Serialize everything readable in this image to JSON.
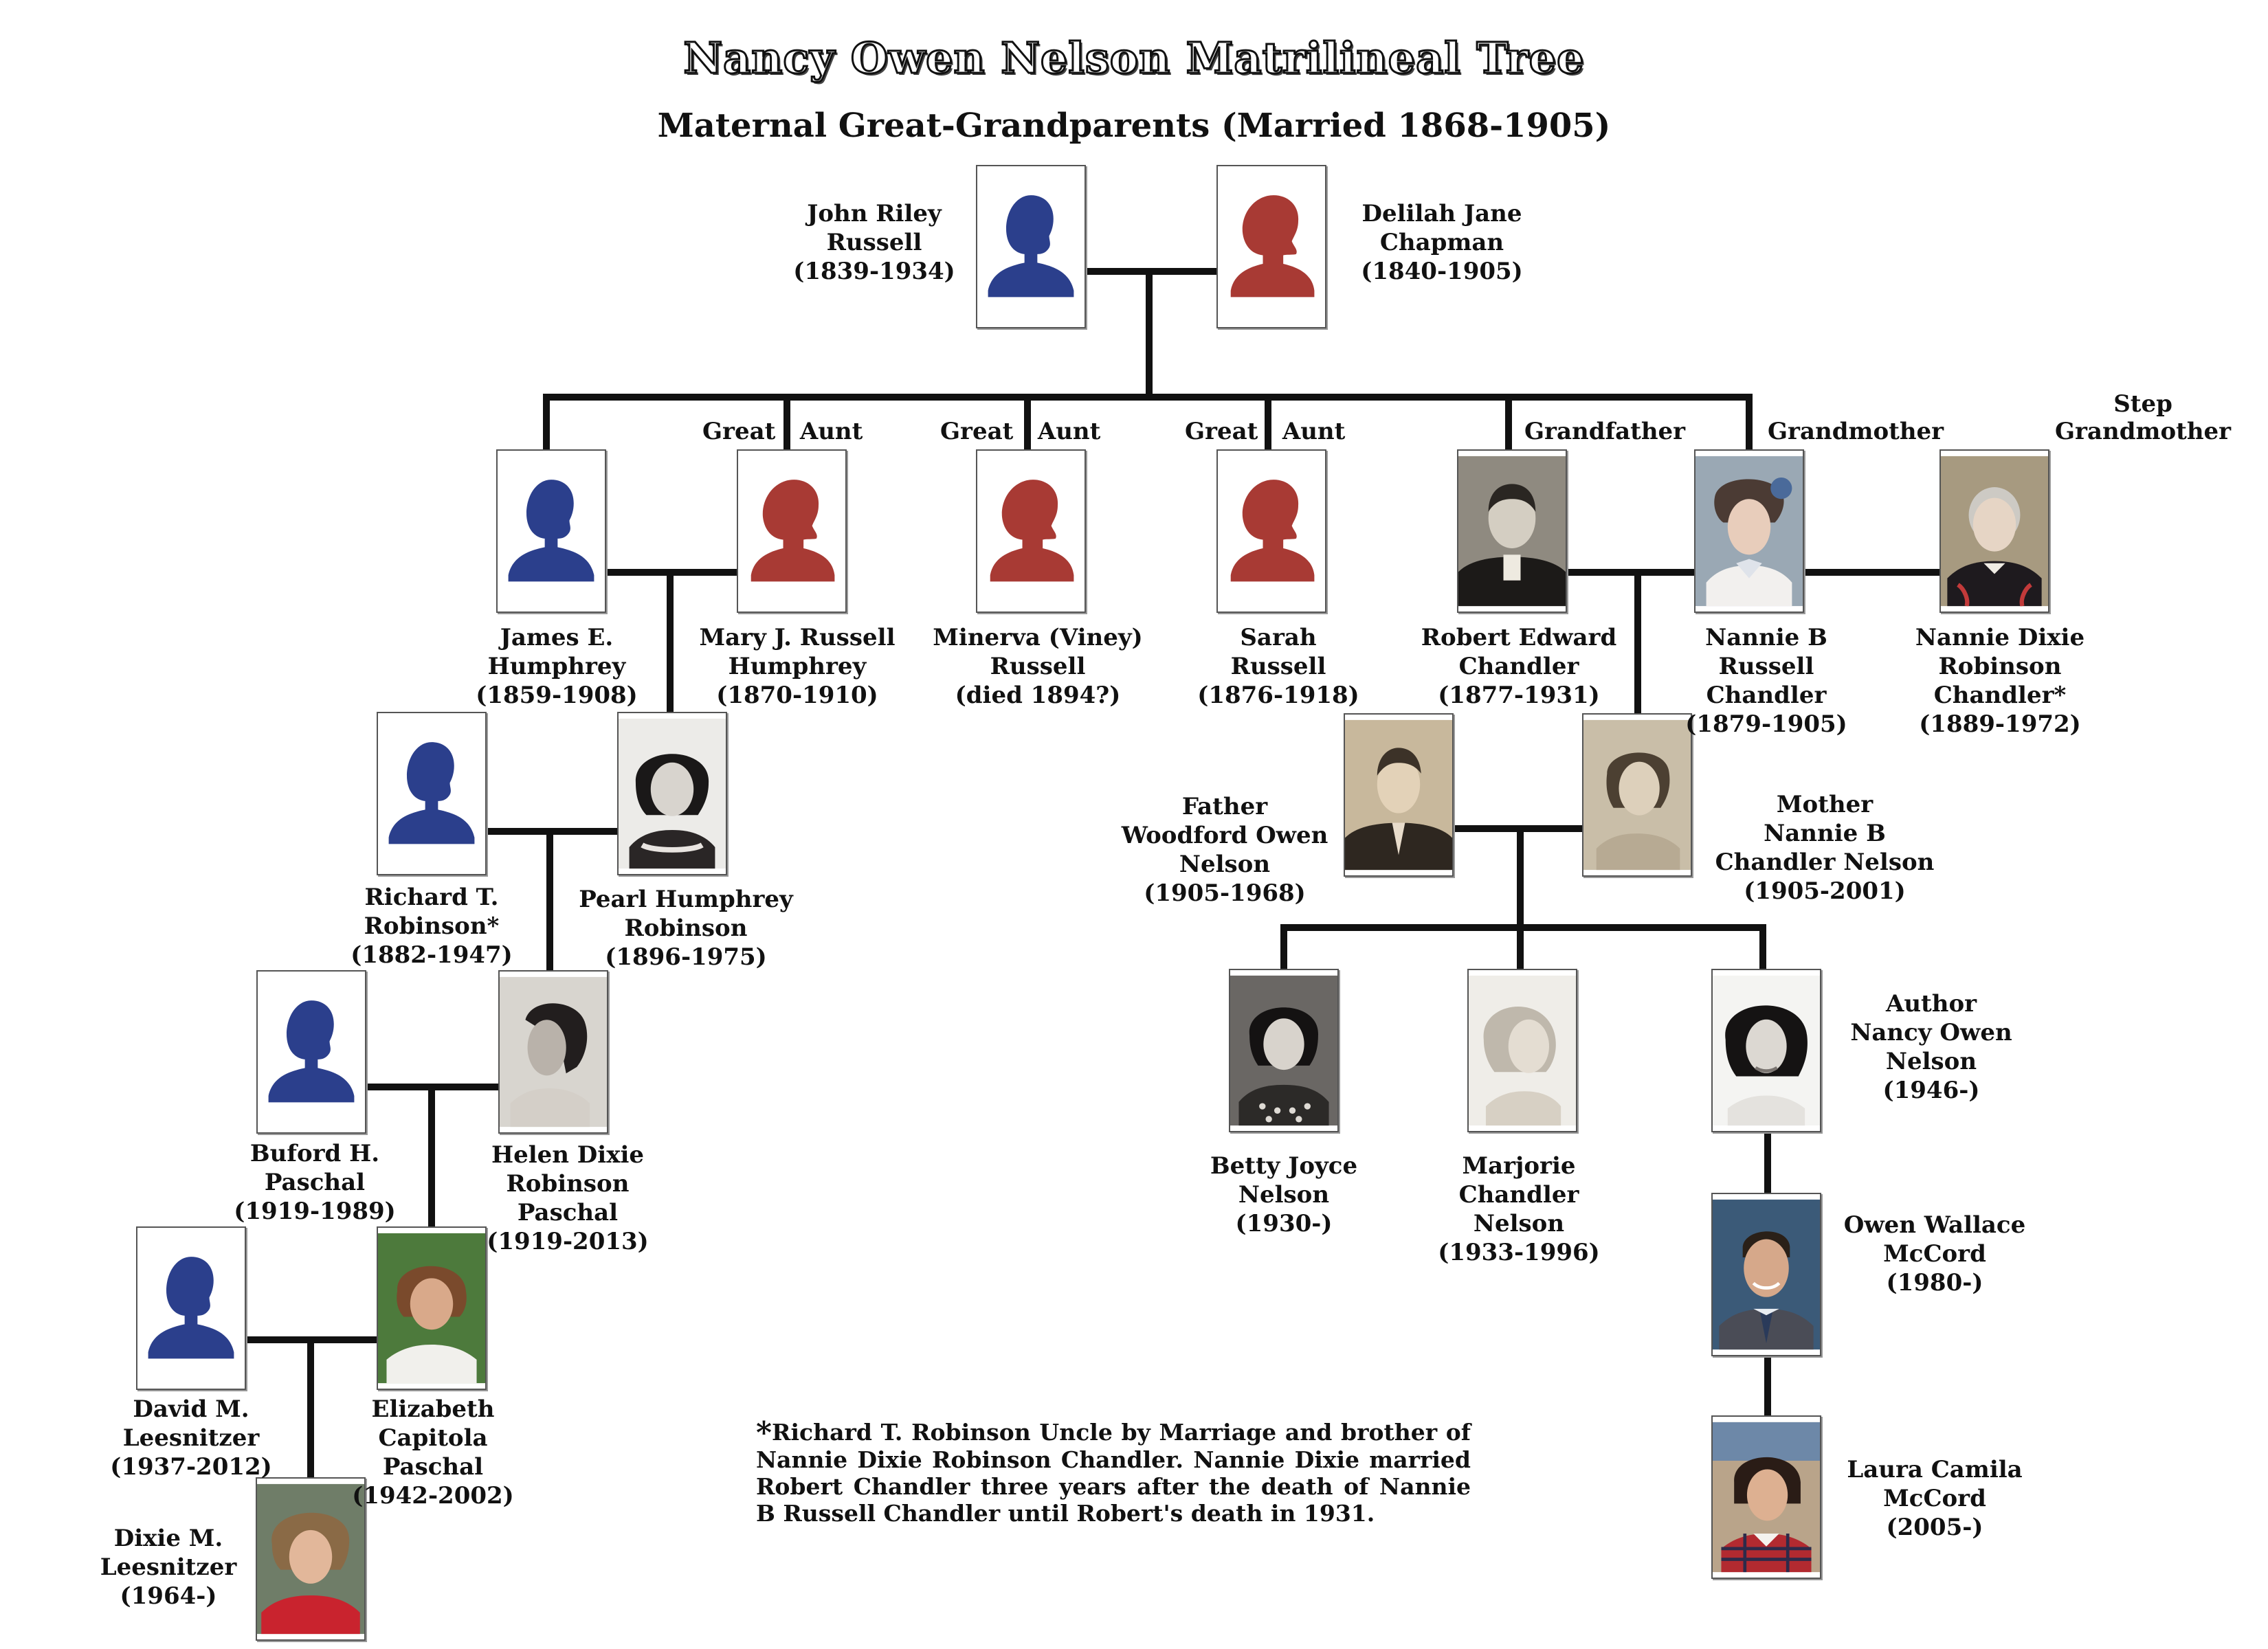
{
  "title": "Nancy Owen Nelson Matrilineal Tree",
  "subtitle": "Maternal Great-Grandparents (Married 1868-1905)",
  "colors": {
    "male_silhouette": "#2b3f8c",
    "female_silhouette": "#a83a34",
    "line": "#111111"
  },
  "people": {
    "john_riley_russell": {
      "label": "John Riley\nRussell\n(1839-1934)",
      "icon": "male-silhouette-icon"
    },
    "delilah_jane_chapman": {
      "label": "Delilah Jane\nChapman\n(1840-1905)",
      "icon": "female-silhouette-icon"
    },
    "james_e_humphrey": {
      "label": "James E.\nHumphrey\n(1859-1908)",
      "icon": "male-silhouette-icon"
    },
    "mary_j_russell_humphrey": {
      "label": "Mary J. Russell\nHumphrey\n(1870-1910)",
      "icon": "female-silhouette-icon"
    },
    "minerva_viney_russell": {
      "label": "Minerva (Viney)\nRussell\n(died 1894?)",
      "icon": "female-silhouette-icon"
    },
    "sarah_russell": {
      "label": "Sarah\nRussell\n(1876-1918)",
      "icon": "female-silhouette-icon"
    },
    "robert_edward_chandler": {
      "label": "Robert Edward\nChandler\n(1877-1931)",
      "icon": "portrait-photo"
    },
    "nannie_b_russell_chandler": {
      "label": "Nannie B\nRussell\nChandler\n(1879-1905)",
      "icon": "portrait-photo"
    },
    "nannie_dixie_robinson_chandler": {
      "label": "Nannie Dixie\nRobinson\nChandler*\n(1889-1972)",
      "icon": "portrait-photo"
    },
    "richard_t_robinson": {
      "label": "Richard T.\nRobinson*\n(1882-1947)",
      "icon": "male-silhouette-icon"
    },
    "pearl_humphrey_robinson": {
      "label": "Pearl Humphrey\nRobinson\n(1896-1975)",
      "icon": "portrait-photo"
    },
    "woodford_owen_nelson": {
      "label": "Father\nWoodford Owen\nNelson\n(1905-1968)",
      "icon": "portrait-photo"
    },
    "nannie_b_chandler_nelson": {
      "label": "Mother\nNannie B\nChandler Nelson\n(1905-2001)",
      "icon": "portrait-photo"
    },
    "buford_h_paschal": {
      "label": "Buford H.\nPaschal\n(1919-1989)",
      "icon": "male-silhouette-icon"
    },
    "helen_dixie_robinson_paschal": {
      "label": "Helen Dixie\nRobinson\nPaschal\n(1919-2013)",
      "icon": "portrait-photo"
    },
    "betty_joyce_nelson": {
      "label": "Betty Joyce\nNelson\n(1930-)",
      "icon": "portrait-photo"
    },
    "marjorie_chandler_nelson": {
      "label": "Marjorie\nChandler\nNelson\n(1933-1996)",
      "icon": "portrait-photo"
    },
    "nancy_owen_nelson": {
      "label": "Author\nNancy Owen\nNelson\n(1946-)",
      "icon": "portrait-photo"
    },
    "david_m_leesnitzer": {
      "label": "David M.\nLeesnitzer\n(1937-2012)",
      "icon": "male-silhouette-icon"
    },
    "elizabeth_capitola_paschal": {
      "label": "Elizabeth\nCapitola\nPaschal\n(1942-2002)",
      "icon": "portrait-photo"
    },
    "owen_wallace_mccord": {
      "label": "Owen Wallace\nMcCord\n(1980-)",
      "icon": "portrait-photo"
    },
    "dixie_m_leesnitzer": {
      "label": "Dixie M.\nLeesnitzer\n(1964-)",
      "icon": "portrait-photo"
    },
    "laura_camila_mccord": {
      "label": "Laura Camila\nMcCord\n(2005-)",
      "icon": "portrait-photo"
    }
  },
  "relations": {
    "great_aunt_1": "Great   Aunt",
    "great_aunt_2": "Great   Aunt",
    "great_aunt_3": "Great   Aunt",
    "grandfather": "Grandfather",
    "grandmother": "Grandmother",
    "step_grandmother": "Step\nGrandmother"
  },
  "footnote": {
    "marker": "*",
    "text": "Richard T. Robinson Uncle  by Marriage and brother of Nannie Dixie Robinson Chandler. Nannie Dixie married Robert Chandler three years after the death of Nannie B Russell Chandler until Robert's death in 1931."
  }
}
